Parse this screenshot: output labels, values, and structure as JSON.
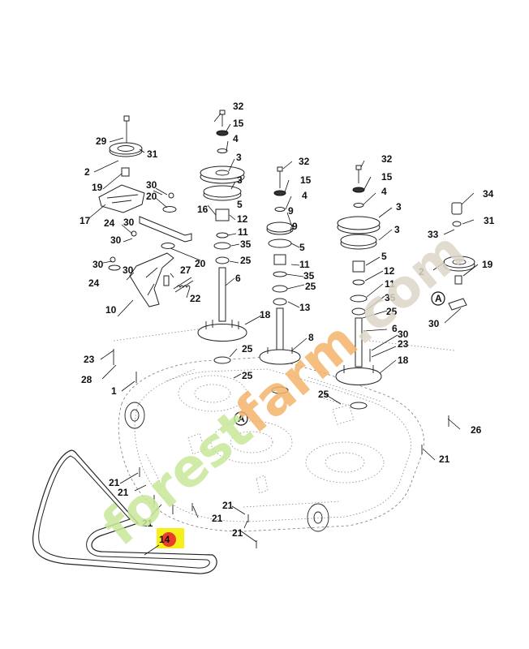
{
  "watermark": {
    "text": "forestfarm.com",
    "color_green": "#c8e89a",
    "color_orange": "#f3b56b",
    "color_gray": "#ddd6c8"
  },
  "highlight": {
    "label": "14",
    "color": "#f7ef1a",
    "dot_color": "#e8282a"
  },
  "callouts": [
    {
      "id": "c-29",
      "text": "29"
    },
    {
      "id": "c-31a",
      "text": "31"
    },
    {
      "id": "c-2a",
      "text": "2"
    },
    {
      "id": "c-19a",
      "text": "19"
    },
    {
      "id": "c-30a",
      "text": "30"
    },
    {
      "id": "c-20a",
      "text": "20"
    },
    {
      "id": "c-17",
      "text": "17"
    },
    {
      "id": "c-24a",
      "text": "24"
    },
    {
      "id": "c-30b",
      "text": "30"
    },
    {
      "id": "c-30c",
      "text": "30"
    },
    {
      "id": "c-20b",
      "text": "20"
    },
    {
      "id": "c-30d",
      "text": "30"
    },
    {
      "id": "c-27",
      "text": "27"
    },
    {
      "id": "c-24b",
      "text": "24"
    },
    {
      "id": "c-30e",
      "text": "30"
    },
    {
      "id": "c-22",
      "text": "22"
    },
    {
      "id": "c-10",
      "text": "10"
    },
    {
      "id": "c-32a",
      "text": "32"
    },
    {
      "id": "c-15a",
      "text": "15"
    },
    {
      "id": "c-4a",
      "text": "4"
    },
    {
      "id": "c-3a",
      "text": "3"
    },
    {
      "id": "c-3b",
      "text": "3"
    },
    {
      "id": "c-16",
      "text": "16"
    },
    {
      "id": "c-5a",
      "text": "5"
    },
    {
      "id": "c-12a",
      "text": "12"
    },
    {
      "id": "c-11a",
      "text": "11"
    },
    {
      "id": "c-35a",
      "text": "35"
    },
    {
      "id": "c-25a",
      "text": "25"
    },
    {
      "id": "c-6a",
      "text": "6"
    },
    {
      "id": "c-18a",
      "text": "18"
    },
    {
      "id": "c-32b",
      "text": "32"
    },
    {
      "id": "c-15b",
      "text": "15"
    },
    {
      "id": "c-4b",
      "text": "4"
    },
    {
      "id": "c-9a",
      "text": "9"
    },
    {
      "id": "c-9b",
      "text": "9"
    },
    {
      "id": "c-5b",
      "text": "5"
    },
    {
      "id": "c-11b",
      "text": "11"
    },
    {
      "id": "c-35b",
      "text": "35"
    },
    {
      "id": "c-25b",
      "text": "25"
    },
    {
      "id": "c-13",
      "text": "13"
    },
    {
      "id": "c-8",
      "text": "8"
    },
    {
      "id": "c-25c",
      "text": "25"
    },
    {
      "id": "c-25d",
      "text": "25"
    },
    {
      "id": "c-32c",
      "text": "32"
    },
    {
      "id": "c-15c",
      "text": "15"
    },
    {
      "id": "c-4c",
      "text": "4"
    },
    {
      "id": "c-3c",
      "text": "3"
    },
    {
      "id": "c-3d",
      "text": "3"
    },
    {
      "id": "c-5c",
      "text": "5"
    },
    {
      "id": "c-12b",
      "text": "12"
    },
    {
      "id": "c-11c",
      "text": "11"
    },
    {
      "id": "c-35c",
      "text": "35"
    },
    {
      "id": "c-25e",
      "text": "25"
    },
    {
      "id": "c-6b",
      "text": "6"
    },
    {
      "id": "c-30f",
      "text": "30"
    },
    {
      "id": "c-23a",
      "text": "23"
    },
    {
      "id": "c-18b",
      "text": "18"
    },
    {
      "id": "c-25f",
      "text": "25"
    },
    {
      "id": "c-34",
      "text": "34"
    },
    {
      "id": "c-33",
      "text": "33"
    },
    {
      "id": "c-31b",
      "text": "31"
    },
    {
      "id": "c-2b",
      "text": "2"
    },
    {
      "id": "c-19b",
      "text": "19"
    },
    {
      "id": "c-A1",
      "text": "A"
    },
    {
      "id": "c-30g",
      "text": "30"
    },
    {
      "id": "c-23b",
      "text": "23"
    },
    {
      "id": "c-28",
      "text": "28"
    },
    {
      "id": "c-1",
      "text": "1"
    },
    {
      "id": "c-A2",
      "text": "A"
    },
    {
      "id": "c-26",
      "text": "26"
    },
    {
      "id": "c-21a",
      "text": "21"
    },
    {
      "id": "c-21b",
      "text": "21"
    },
    {
      "id": "c-21c",
      "text": "21"
    },
    {
      "id": "c-21d",
      "text": "21"
    },
    {
      "id": "c-21e",
      "text": "21"
    },
    {
      "id": "c-21f",
      "text": "21"
    },
    {
      "id": "c-21g",
      "text": "21"
    },
    {
      "id": "c-21h",
      "text": "21"
    },
    {
      "id": "c-21i",
      "text": "21"
    }
  ]
}
